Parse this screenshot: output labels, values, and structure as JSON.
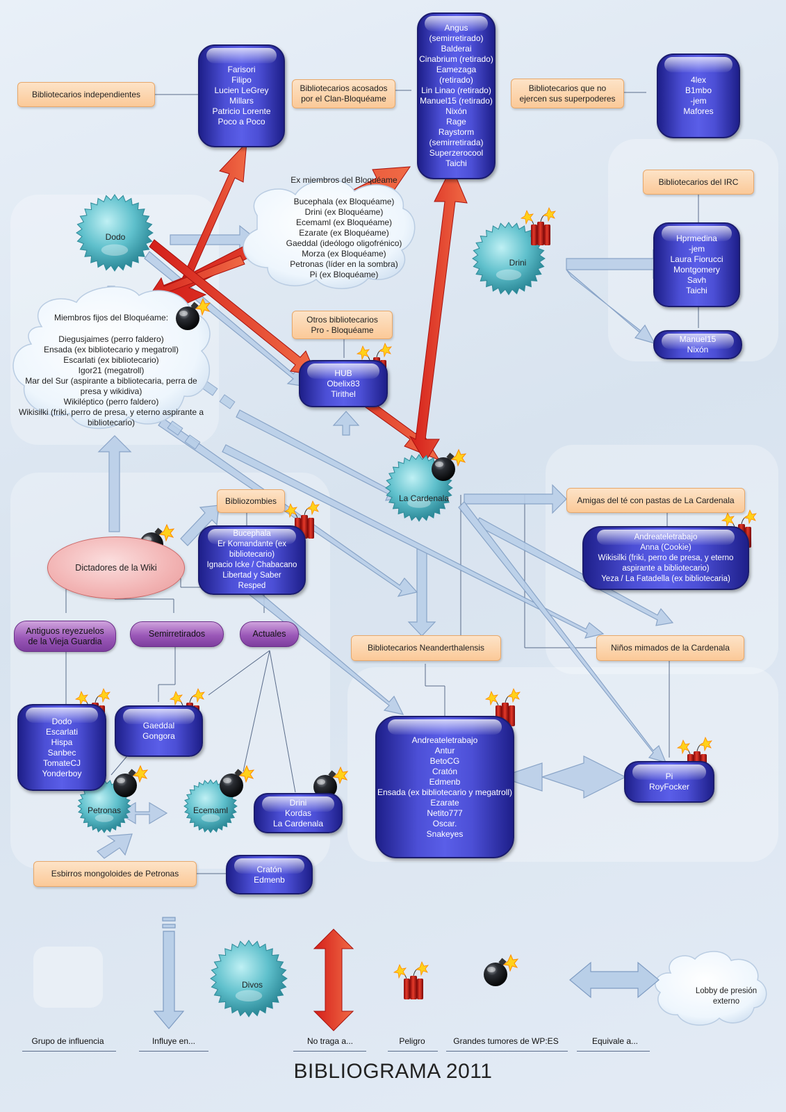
{
  "title": "BIBLIOGRAMA 2011",
  "colors": {
    "group_box": "#fbc998",
    "purple_group": "#9b58b8",
    "member_box": "#3d40c8",
    "diva": "#5fc0cc",
    "opposes_arrow": "#e0302a",
    "influences_arrow": "#b8cde6"
  },
  "groups": {
    "independientes": "Bibliotecarios independientes",
    "acosados": "Bibliotecarios acosados\npor el Clan-Bloquéame",
    "sin_poderes": "Bibliotecarios que no\nejercen sus superpoderes",
    "irc": "Bibliotecarios del IRC",
    "pro_bloqueame": "Otros bibliotecarios\nPro - Bloquéame",
    "bibliozombies": "Bibliozombies",
    "amigas": "Amigas del té con pastas de La Cardenala",
    "neanderthalensis": "Bibliotecarios Neanderthalensis",
    "ninos_mimados": "Niños mimados de la Cardenala",
    "esbirros": "Esbirros mongoloides de Petronas"
  },
  "purple": {
    "antiguos": "Antiguos reyezuelos\nde la Vieja Guardia",
    "semirretirados": "Semirretirados",
    "actuales": "Actuales"
  },
  "dictadores": "Dictadores de la Wiki",
  "members": {
    "independientes": "Farisori\nFilipo\nLucien LeGrey\nMillars\nPatricio Lorente\nPoco a Poco",
    "acosados": "Angus\n(semirretirado)\nBalderai\nCinabrium (retirado)\nEamezaga (retirado)\nLin Linao (retirado)\nManuel15 (retirado)\nNixón\nRage\nRaystorm\n(semirretirada)\nSuperzerocool\nTaichi",
    "sin_poderes": "4lex\nB1mbo\n-jem\nMafores",
    "irc": "Hprmedina\n-jem\nLaura Fiorucci\nMontgomery\nSavh\nTaichi",
    "irc_b": "Manuel15\nNixón",
    "hub": "HUB\nObelix83\nTirithel",
    "bibliozombies": "Bucephala\nEr Komandante (ex\nbibliotecario)\nIgnacio Icke / Chabacano\nLibertad y Saber\nResped",
    "amigas": "Andreateletrabajo\nAnna (Cookie)\nWikisilki (friki, perro de presa, y eterno\naspirante a bibliotecario)\nYeza / La Fatadella (ex bibliotecaria)",
    "antiguos": "Dodo\nEscarlati\nHispa\nSanbec\nTomateCJ\nYonderboy",
    "semirretirados": "Gaeddal\nGongora",
    "actuales": "Drini\nKordas\nLa Cardenala",
    "neanderthalensis": "Andreateletrabajo\nAntur\nBetoCG\nCratón\nEdmenb\nEnsada (ex bibliotecario y megatroll)\nEzarate\nNetito777\nOscar.\nSnakeyes",
    "ninos_mimados": "Pi\nRoyFocker",
    "esbirros": "Cratón\nEdmenb"
  },
  "divos": {
    "dodo": "Dodo",
    "drini": "Drini",
    "cardenala": "La Cardenala",
    "petronas": "Petronas",
    "ecemaml": "Ecemaml"
  },
  "clouds": {
    "ex_title": "Ex miembros del Bloquéame",
    "ex_members": "Bucephala (ex Bloquéame)\nDrini (ex Bloquéame)\nEcemaml (ex Bloquéame)\nEzarate (ex Bloquéame)\nGaeddal (ideólogo oligofrénico)\nMorza (ex Bloquéame)\nPetronas (líder en la sombra)\nPi (ex Bloquéame)",
    "fijos_title": "Miembros fijos del Bloquéame:",
    "fijos_members": "Diegusjaimes (perro faldero)\nEnsada (ex bibliotecario y megatroll)\nEscarlati (ex bibliotecario)\nIgor21 (megatroll)\nMar del Sur (aspirante a bibliotecaria, perra de\npresa y wikidiva)\nWikiléptico (perro faldero)\nWikisilki (friki, perro de presa, y eterno aspirante a\nbibliotecario)"
  },
  "legend": {
    "grupo": "Grupo de influencia",
    "influye": "Influye en...",
    "divos": "Divos",
    "no_traga": "No traga a...",
    "peligro": "Peligro",
    "tumores": "Grandes tumores de WP:ES",
    "equivale": "Equivale a...",
    "lobby": "Lobby de presión\nexterno"
  }
}
